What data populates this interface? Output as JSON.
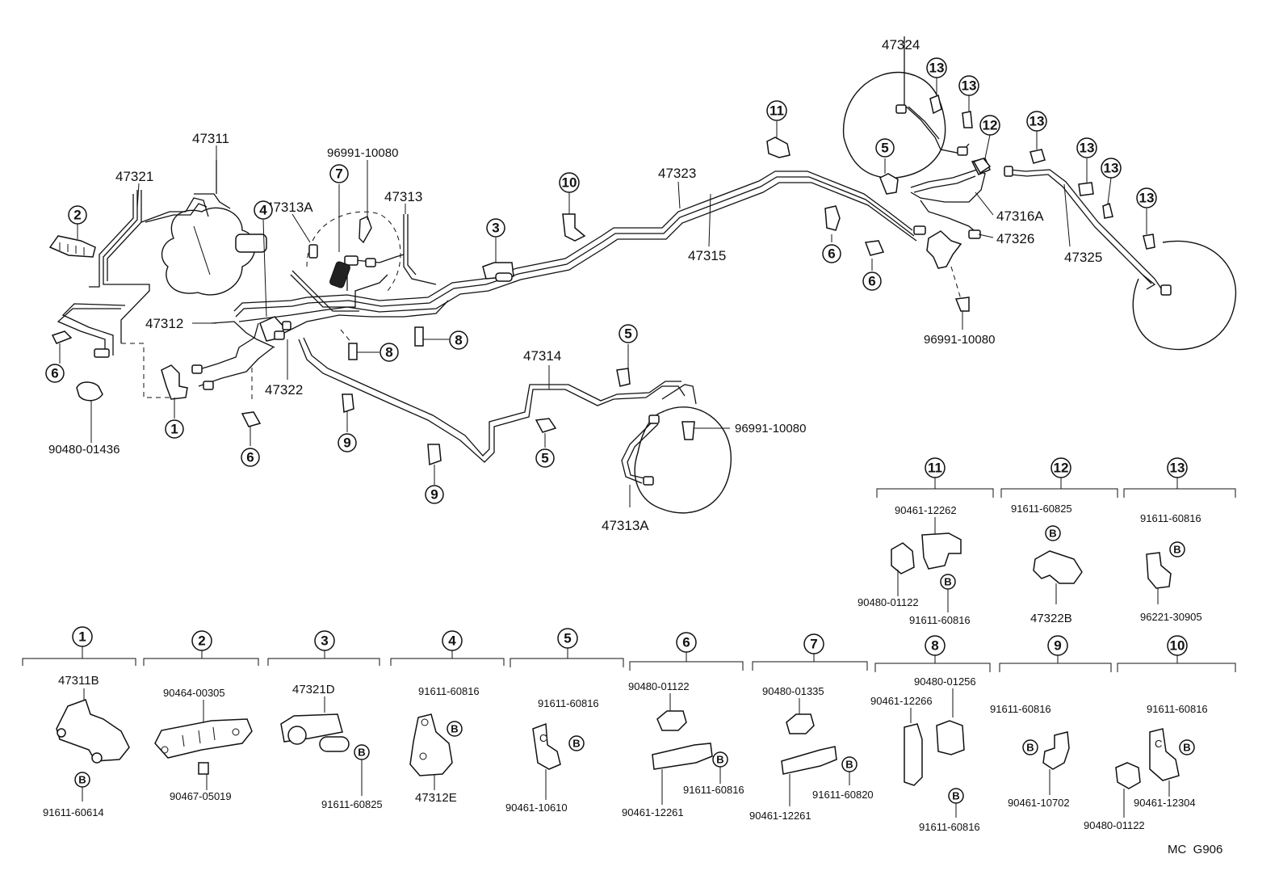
{
  "main_labels": {
    "p47311": "47311",
    "p47321": "47321",
    "p47313A_top": "47313A",
    "p96991_top": "96991-10080",
    "p47313": "47313",
    "p47312": "47312",
    "p47322": "47322",
    "p90480_01436": "90480-01436",
    "p47314": "47314",
    "p47313A_bottom": "47313A",
    "p96991_mid": "96991-10080",
    "p47323": "47323",
    "p47315": "47315",
    "p47324": "47324",
    "p47316A": "47316A",
    "p47326": "47326",
    "p96991_right": "96991-10080",
    "p47325": "47325"
  },
  "callouts": {
    "c1": "1",
    "c2": "2",
    "c3": "3",
    "c4": "4",
    "c5a": "5",
    "c5b": "5",
    "c5c": "5",
    "c6a": "6",
    "c6b": "6",
    "c6c": "6",
    "c6d": "6",
    "c7": "7",
    "c8a": "8",
    "c8b": "8",
    "c9a": "9",
    "c9b": "9",
    "c10": "10",
    "c11": "11",
    "c12": "12",
    "c13a": "13",
    "c13b": "13",
    "c13c": "13",
    "c13d": "13",
    "c13e": "13",
    "c13f": "13"
  },
  "detail_groups": [
    {
      "num": "1",
      "labels": {
        "a": "47311B",
        "b": "91611-60614"
      }
    },
    {
      "num": "2",
      "labels": {
        "a": "90464-00305",
        "b": "90467-05019"
      }
    },
    {
      "num": "3",
      "labels": {
        "a": "47321D",
        "b": "91611-60825"
      }
    },
    {
      "num": "4",
      "labels": {
        "a": "91611-60816",
        "b": "47312E"
      }
    },
    {
      "num": "5",
      "labels": {
        "a": "91611-60816",
        "b": "90461-10610"
      }
    },
    {
      "num": "6",
      "labels": {
        "a": "90480-01122",
        "b": "91611-60816",
        "c": "90461-12261"
      }
    },
    {
      "num": "7",
      "labels": {
        "a": "90480-01335",
        "b": "91611-60820",
        "c": "90461-12261"
      }
    },
    {
      "num": "8",
      "labels": {
        "a": "90480-01256",
        "b": "90461-12266",
        "c": "91611-60816"
      }
    },
    {
      "num": "9",
      "labels": {
        "a": "91611-60816",
        "b": "90461-10702"
      }
    },
    {
      "num": "10",
      "labels": {
        "a": "91611-60816",
        "b": "90461-12304",
        "c": "90480-01122"
      }
    },
    {
      "num": "11",
      "labels": {
        "a": "90461-12262",
        "b": "90480-01122",
        "c": "91611-60816"
      }
    },
    {
      "num": "12",
      "labels": {
        "a": "91611-60825",
        "b": "47322B"
      }
    },
    {
      "num": "13",
      "labels": {
        "a": "91611-60816",
        "b": "96221-30905"
      }
    }
  ],
  "bolt_letter": "B",
  "footer_code": "MC  G906"
}
